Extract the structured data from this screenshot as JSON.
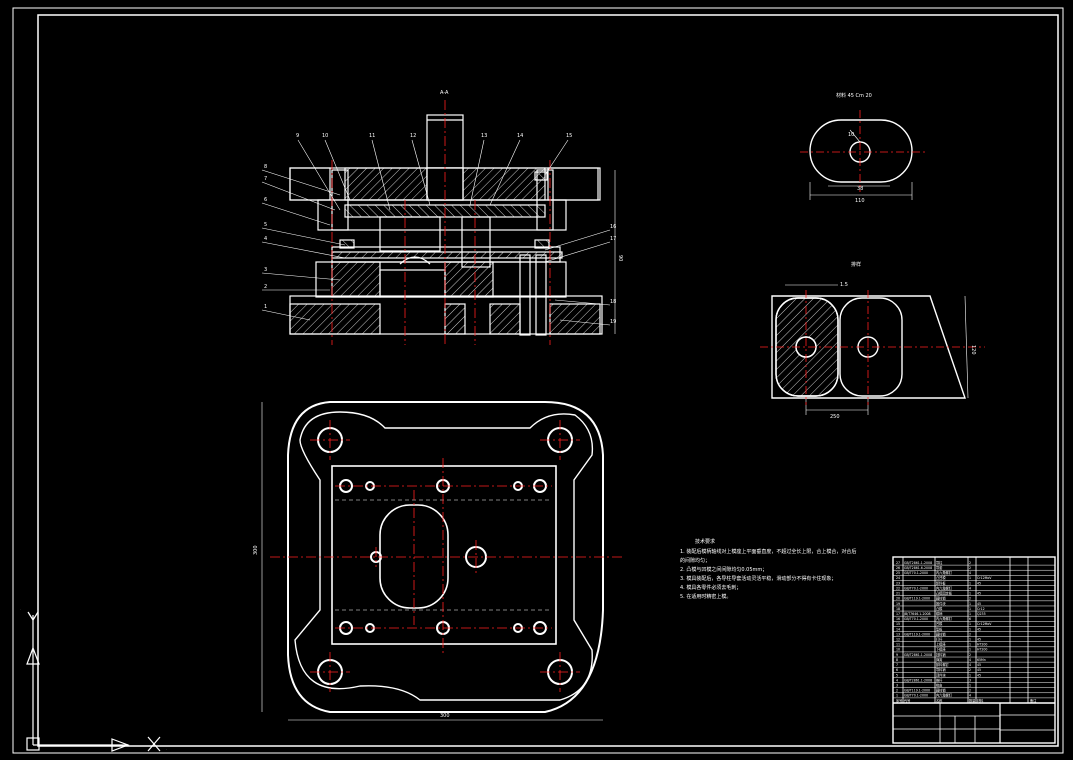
{
  "colors": {
    "background": "#000000",
    "line": "#ffffff",
    "centerline": "#ff2020",
    "hatch": "#ffffff",
    "dim": "#ffffff",
    "ucs": "#ffffff"
  },
  "section_view": {
    "label_top": "A-A",
    "leaders_top": [
      "9",
      "10",
      "11",
      "12",
      "13",
      "14",
      "15"
    ],
    "leaders_left": [
      "8",
      "7",
      "6",
      "5",
      "4",
      "3",
      "2",
      "1"
    ],
    "leaders_right": [
      "16",
      "17",
      "18",
      "19"
    ],
    "dim_right": "90"
  },
  "part_view": {
    "title": "材料 45 Cm 20",
    "dim_width": "110",
    "dim_inner": "38",
    "dim_dia": "10"
  },
  "layout_view": {
    "title": "排样",
    "dim_right": "120",
    "dim_bottom": "250",
    "dim_small": "1.5"
  },
  "plan_view": {
    "dim_bottom": "300",
    "dim_left": "300"
  },
  "tech_notes": {
    "title": "技术要求",
    "items": [
      "1. 装配后模柄轴线对上模座上平面垂直度，不超过全长上限，合上模合，对合后的间隙均匀；",
      "2. 凸模与凹模之间间隙均匀0.05mm；",
      "3. 模具装配后，各导柱导套活动灵活平稳，滑动部分不得有卡住现象；",
      "4. 模具各零件必须去毛刺；",
      "5. 在适用时精密上模。"
    ]
  },
  "bom": {
    "rows": [
      [
        "27",
        "GB/T2861.1-2008",
        "导柱",
        "2",
        "",
        "",
        ""
      ],
      [
        "26",
        "GB/T2861.6-2008",
        "导套",
        "2",
        "",
        "",
        ""
      ],
      [
        "25",
        "GB/T70.1-2000",
        "内六角螺钉",
        "4",
        "",
        "",
        ""
      ],
      [
        "24",
        "",
        "凸凹模",
        "1",
        "Cr12MoV",
        "",
        ""
      ],
      [
        "23",
        "",
        "卸料板",
        "1",
        "45",
        "",
        ""
      ],
      [
        "22",
        "GB/T70.1-2000",
        "内六角螺钉",
        "4",
        "",
        "",
        ""
      ],
      [
        "21",
        "",
        "凸模固定板",
        "1",
        "45",
        "",
        ""
      ],
      [
        "20",
        "GB/T119.1-2000",
        "圆柱销",
        "2",
        "",
        "",
        ""
      ],
      [
        "19",
        "",
        "推件块",
        "1",
        "45",
        "",
        ""
      ],
      [
        "18",
        "",
        "凸模",
        "1",
        "Cr12",
        "",
        ""
      ],
      [
        "17",
        "JB/T7646.1-2008",
        "模柄",
        "1",
        "Q235",
        "",
        ""
      ],
      [
        "16",
        "GB/T70.1-2000",
        "内六角螺钉",
        "6",
        "",
        "",
        ""
      ],
      [
        "15",
        "",
        "凹模",
        "1",
        "Cr12MoV",
        "",
        ""
      ],
      [
        "14",
        "",
        "垫板",
        "1",
        "45",
        "",
        ""
      ],
      [
        "13",
        "GB/T119.1-2000",
        "圆柱销",
        "2",
        "",
        "",
        ""
      ],
      [
        "12",
        "",
        "打杆",
        "1",
        "45",
        "",
        ""
      ],
      [
        "11",
        "",
        "上模座",
        "1",
        "HT200",
        "",
        ""
      ],
      [
        "10",
        "",
        "下模座",
        "1",
        "HT200",
        "",
        ""
      ],
      [
        "9",
        "GB/T2861.1-2008",
        "挡料销",
        "2",
        "",
        "",
        ""
      ],
      [
        "8",
        "",
        "弹簧",
        "4",
        "65Mn",
        "",
        ""
      ],
      [
        "7",
        "",
        "卸料螺钉",
        "4",
        "45",
        "",
        ""
      ],
      [
        "6",
        "",
        "导料销",
        "2",
        "45",
        "",
        ""
      ],
      [
        "5",
        "",
        "顶件块",
        "1",
        "45",
        "",
        ""
      ],
      [
        "4",
        "GB/T2861.1-2008",
        "推杆",
        "3",
        "",
        "",
        ""
      ],
      [
        "3",
        "",
        "橡皮",
        "1",
        "",
        "",
        ""
      ],
      [
        "2",
        "GB/T119.1-2000",
        "圆柱销",
        "2",
        "",
        "",
        ""
      ],
      [
        "1",
        "GB/T70.1-2000",
        "内六角螺钉",
        "4",
        "",
        "",
        ""
      ]
    ],
    "header": [
      "序号",
      "代号",
      "名称",
      "数量",
      "材料",
      "",
      "备注"
    ]
  },
  "ucs": {
    "x_label": "X",
    "y_label": "Y"
  }
}
